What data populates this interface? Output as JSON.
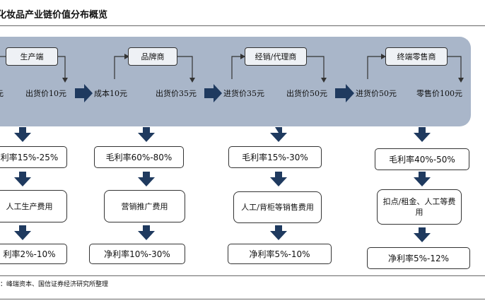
{
  "title": "化妆品产业链价值分布概览",
  "source": "：峰瑞资本、国信证券经济研究所整理",
  "stages": [
    {
      "name": "生产端",
      "in_label": "元",
      "out_label": "出货价10元",
      "gross": "利率15%-25%",
      "cost": "人工生产费用",
      "net": "利率2%-10%"
    },
    {
      "name": "品牌商",
      "in_label": "成本10元",
      "out_label": "出货价35元",
      "gross": "毛利率60%-80%",
      "cost": "营销推广费用",
      "net": "净利率10%-30%"
    },
    {
      "name": "经销/代理商",
      "in_label": "进货价35元",
      "out_label": "出货价50元",
      "gross": "毛利率15%-30%",
      "cost": "人工/背柜等销售费用",
      "net": "净利率5%-10%"
    },
    {
      "name": "终端零售商",
      "in_label": "进货价50元",
      "out_label": "零售价100元",
      "gross": "毛利率40%-50%",
      "cost": "扣点/租金、人工等费用",
      "net": "净利率5%-12%"
    }
  ],
  "colors": {
    "band": "#a9b6c9",
    "arrow": "#1f3a5f"
  }
}
